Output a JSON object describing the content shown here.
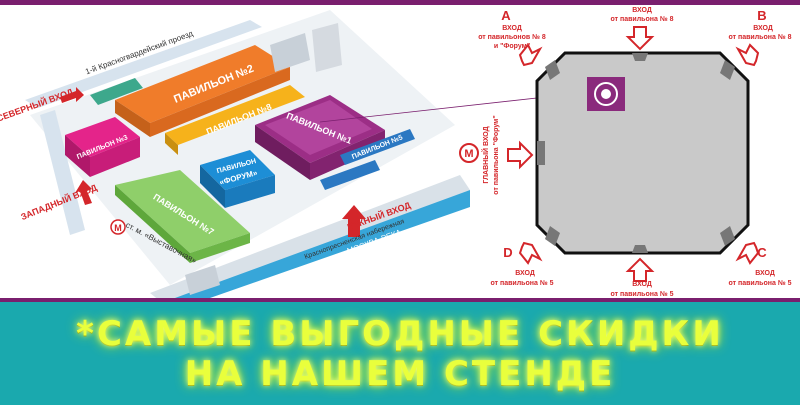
{
  "site_plan": {
    "street_north": "1-й Красногвардейский проезд",
    "north_entrance": "СЕВЕРНЫЙ ВХОД",
    "west_entrance": "ЗАПАДНЫЙ ВХОД",
    "south_entrance": "ЮЖНЫЙ ВХОД",
    "pavilion_2": "ПАВИЛЬОН №2",
    "pavilion_3": "ПАВИЛЬОН №3",
    "pavilion_8": "ПАВИЛЬОН №8",
    "pavilion_1": "ПАВИЛЬОН №1",
    "pavilion_7": "ПАВИЛЬОН №7",
    "pavilion_5": "ПАВИЛЬОН №5",
    "forum": "«ФОРУМ»",
    "forum_label": "ПАВИЛЬОН",
    "metro": "ст. м. «Выставочная»",
    "embankment": "Краснопресненская набережная",
    "river": "МОСКВА-РЕКА"
  },
  "hall_plan": {
    "a_letter": "A",
    "a_line1": "ВХОД",
    "a_line2": "от павильонов № 8",
    "a_line3": "и \"Форум\"",
    "top_line1": "ВХОД",
    "top_line2": "от павильона № 8",
    "b_letter": "B",
    "b_line1": "ВХОД",
    "b_line2": "от павильона № 8",
    "main_line1": "ГЛАВНЫЙ ВХОД",
    "main_line2": "от павильона \"Форум\"",
    "d_letter": "D",
    "d_line1": "ВХОД",
    "d_line2": "от павильона № 5",
    "bottom_line1": "ВХОД",
    "bottom_line2": "от павильона № 5",
    "c_letter": "C",
    "c_line1": "ВХОД",
    "c_line2": "от павильона № 5"
  },
  "banner": {
    "line1": "*САМЫЕ ВЫГОДНЫЕ СКИДКИ",
    "line2": "НА НАШЕМ СТЕНДЕ"
  },
  "colors": {
    "brand_purple": "#7a1f6e",
    "entrance_red": "#d4262a",
    "banner_bg": "#1aa9ae",
    "banner_text": "#e9ff3c"
  }
}
